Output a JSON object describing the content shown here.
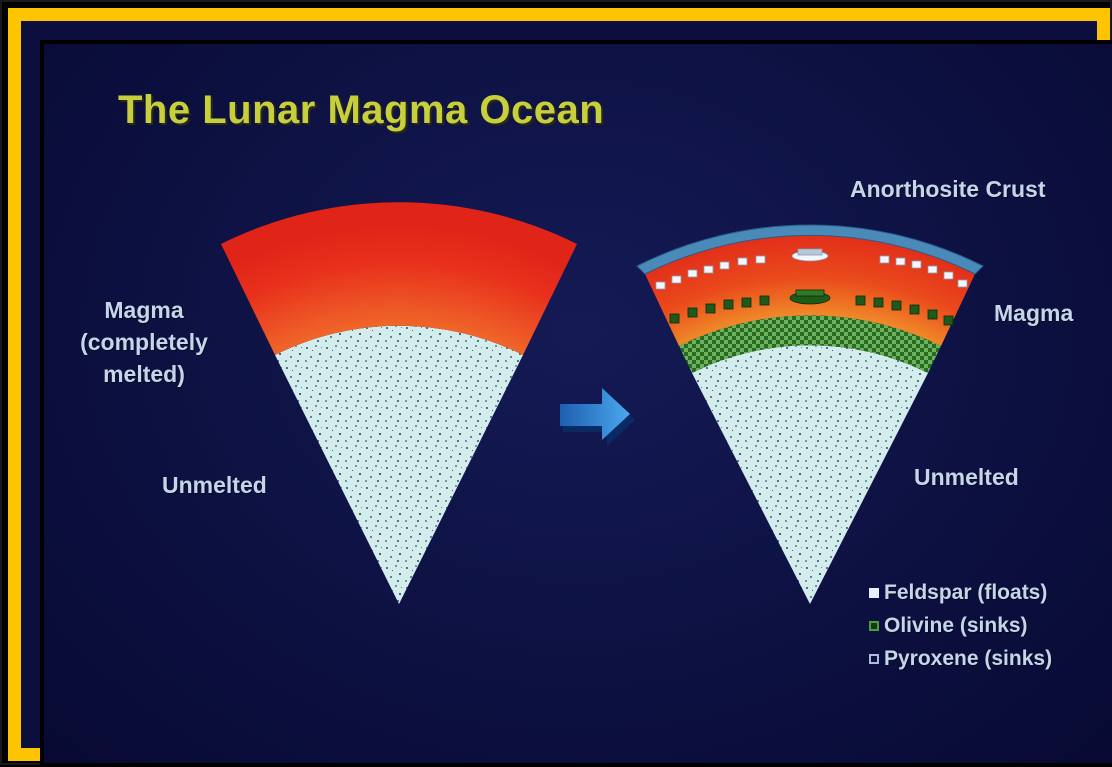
{
  "title": "The Lunar Magma Ocean",
  "left_wedge": {
    "magma_label": "Magma\n(completely\nmelted)",
    "unmelted_label": "Unmelted"
  },
  "right_wedge": {
    "crust_label": "Anorthosite Crust",
    "magma_label": "Magma",
    "unmelted_label": "Unmelted"
  },
  "legend": [
    {
      "label": "Feldspar (floats)",
      "icon": "feldspar-icon"
    },
    {
      "label": "Olivine (sinks)",
      "icon": "olivine-icon"
    },
    {
      "label": "Pyroxene (sinks)",
      "icon": "pyroxene-icon"
    }
  ],
  "colors": {
    "frame": "#ffc400",
    "background": "#0c0f3e",
    "title": "#c8cf3c",
    "magma_outer": "#e8281a",
    "magma_inner": "#f07a2a",
    "unmelted": "#d4ecec",
    "crust": "#4a8ab8",
    "cumulate": "#2f7a2a",
    "label": "#c6d6e9"
  }
}
